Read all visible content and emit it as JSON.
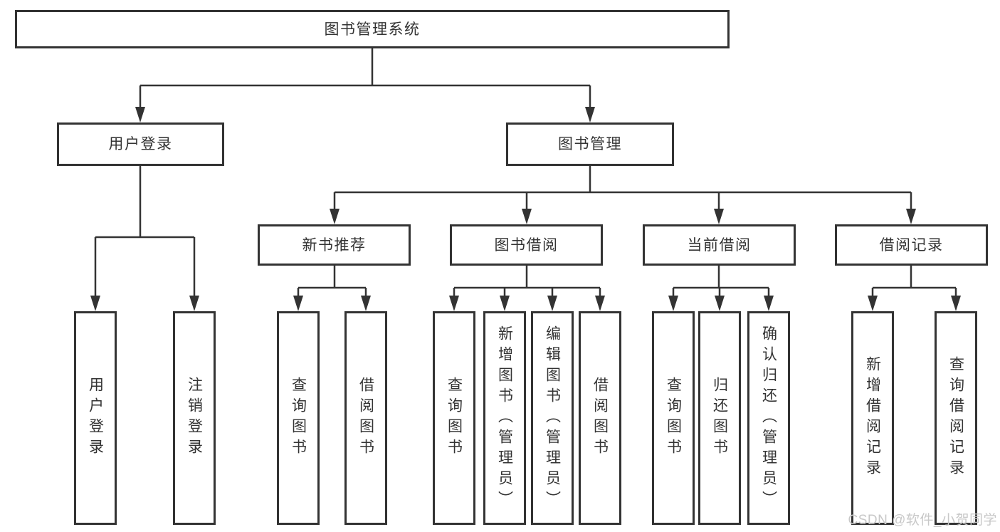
{
  "colors": {
    "line": "#333333",
    "box_border": "#333333",
    "text": "#333333",
    "watermark": "#c8c8c8",
    "background": "#ffffff"
  },
  "tree": {
    "root": {
      "label": "图书管理系统"
    },
    "level2": [
      {
        "label": "用户登录"
      },
      {
        "label": "图书管理"
      }
    ],
    "level3": [
      {
        "label": "新书推荐"
      },
      {
        "label": "图书借阅"
      },
      {
        "label": "当前借阅"
      },
      {
        "label": "借阅记录"
      }
    ],
    "leaves": [
      {
        "label": "用户登录"
      },
      {
        "label": "注销登录"
      },
      {
        "label": "查询图书"
      },
      {
        "label": "借阅图书"
      },
      {
        "label": "查询图书"
      },
      {
        "label": "新增图书（管理员）"
      },
      {
        "label": "编辑图书（管理员）"
      },
      {
        "label": "借阅图书"
      },
      {
        "label": "查询图书"
      },
      {
        "label": "归还图书"
      },
      {
        "label": "确认归还（管理员）"
      },
      {
        "label": "新增借阅记录"
      },
      {
        "label": "查询借阅记录"
      }
    ]
  },
  "watermark": {
    "text": "CSDN @软件_小贺同学"
  }
}
